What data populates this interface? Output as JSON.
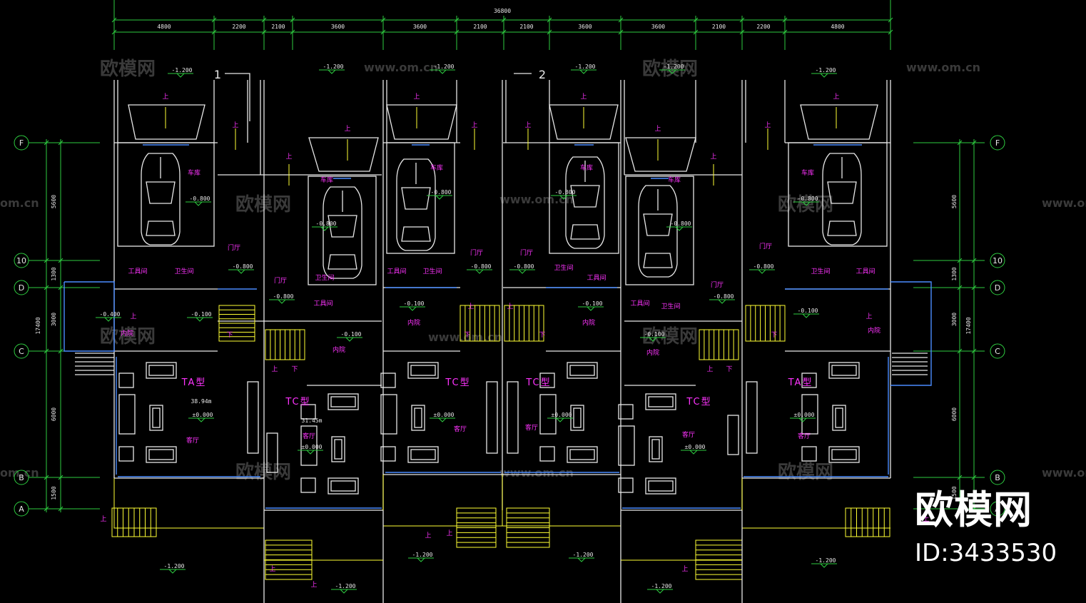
{
  "drawing": {
    "total_dimension": "36800",
    "top_dimensions": [
      "4800",
      "2200",
      "2100",
      "3600",
      "3600",
      "2100",
      "2100",
      "3600",
      "3600",
      "2100",
      "2200",
      "4800"
    ],
    "side_dimensions": [
      "5600",
      "1300",
      "3000",
      "6000",
      "1500"
    ],
    "side_total": "17400",
    "axes": [
      "F",
      "10",
      "D",
      "C",
      "B",
      "A"
    ],
    "section_marks": [
      "1",
      "2"
    ],
    "unit_types": [
      "TA型",
      "TC型",
      "TC型",
      "TC型",
      "TC型",
      "TA型"
    ],
    "areas": [
      "38.94m",
      "31.45m"
    ],
    "rooms": {
      "garage": "车库",
      "entry": "门厅",
      "tool": "工具间",
      "bath": "卫生间",
      "courtyard": "内院",
      "living": "客厅"
    },
    "up_label": "上",
    "down_label": "下",
    "levels": [
      "-1.200",
      "-0.800",
      "-0.400",
      "-0.100",
      "±0.000"
    ],
    "watermarks": {
      "cn": "欧模网",
      "url": "www.om.cn",
      "url_short": "om.cn"
    }
  },
  "colors": {
    "wall": "#e8e8e8",
    "dim": "#2ecc40",
    "stair": "#ffff33",
    "window": "#4a8cff",
    "text": "#ff33ff",
    "furniture": "#e8e8e8"
  },
  "brand": {
    "name": "欧模网",
    "id": "ID:3433530"
  }
}
